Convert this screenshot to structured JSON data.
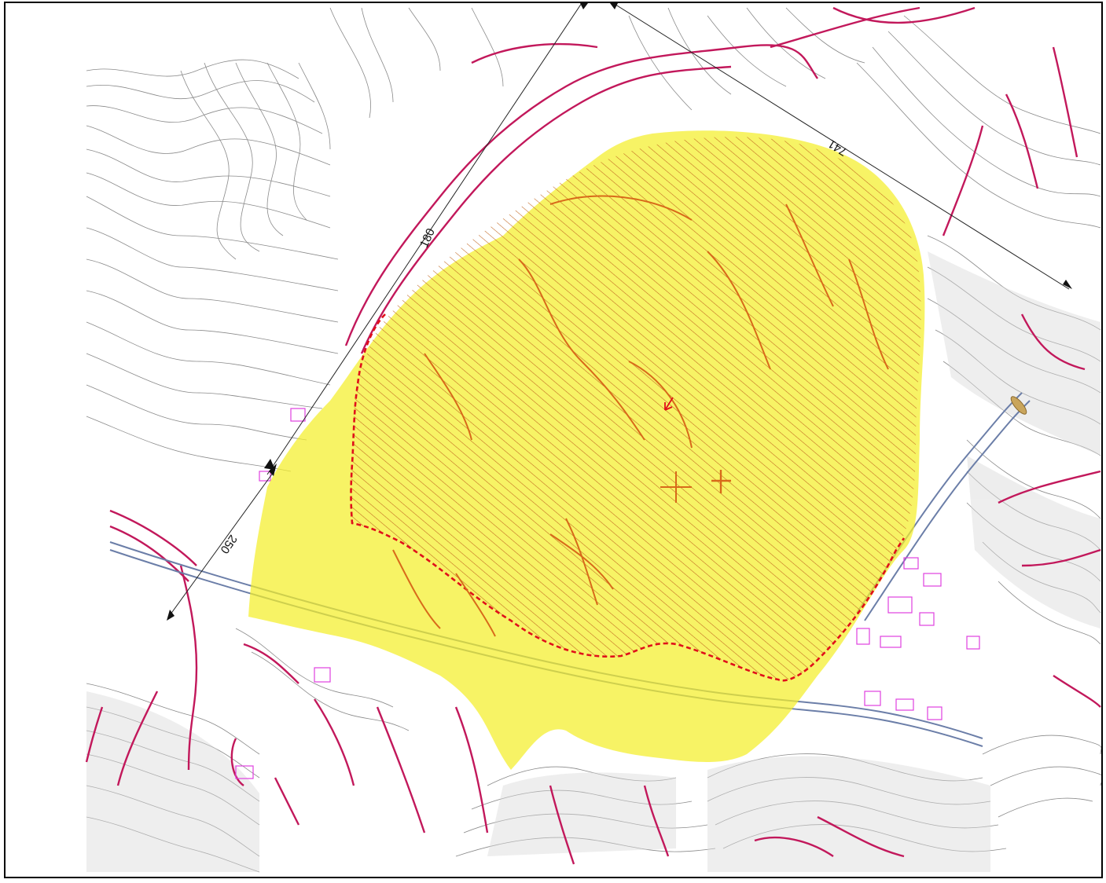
{
  "map": {
    "colors": {
      "background": "#ffffff",
      "frame": "#000000",
      "contour": "#8a8a8a",
      "contour_dense": "#b0b0b0",
      "stream": "#c2185b",
      "road": "#c2185b",
      "highway": "#6b7ea8",
      "hazard_fill": "#f4ef2a",
      "hazard_hatch": "#c0641e",
      "boundary_dashed": "#e0101a",
      "building": "#e040e0",
      "dimension": "#222222"
    },
    "dimensions": {
      "label_1": "741",
      "label_2": "180",
      "label_3": "250"
    },
    "icons": {
      "arrow_head": "triangle-arrow",
      "flow_arrow": "red-arrow",
      "cross_mark": "cross"
    }
  }
}
